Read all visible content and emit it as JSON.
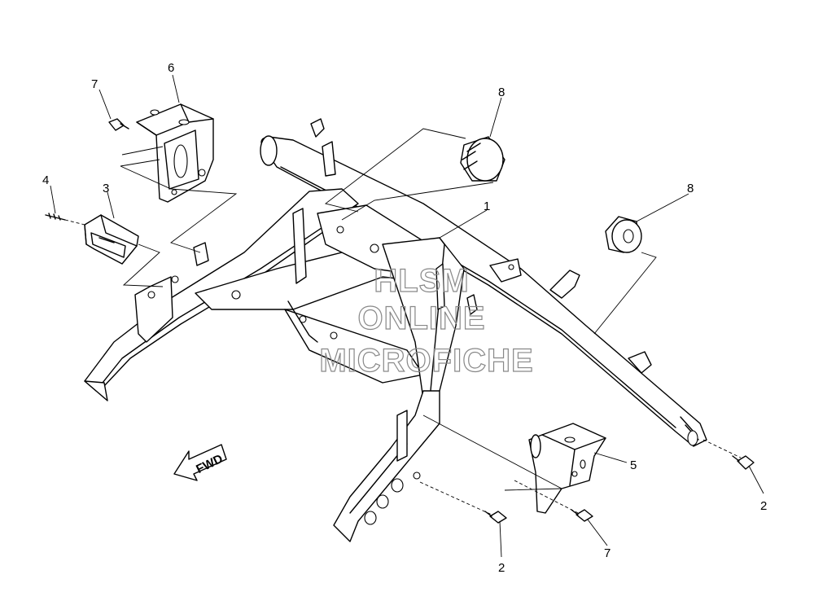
{
  "callouts": {
    "c1": "1",
    "c2a": "2",
    "c2b": "2",
    "c3": "3",
    "c4": "4",
    "c5": "5",
    "c6": "6",
    "c7a": "7",
    "c7b": "7",
    "c8a": "8",
    "c8b": "8"
  },
  "arrow_label": "FWD",
  "watermark": {
    "line1": "HLSM",
    "line2": "ONLINE",
    "line3": "MICROFICHE"
  }
}
